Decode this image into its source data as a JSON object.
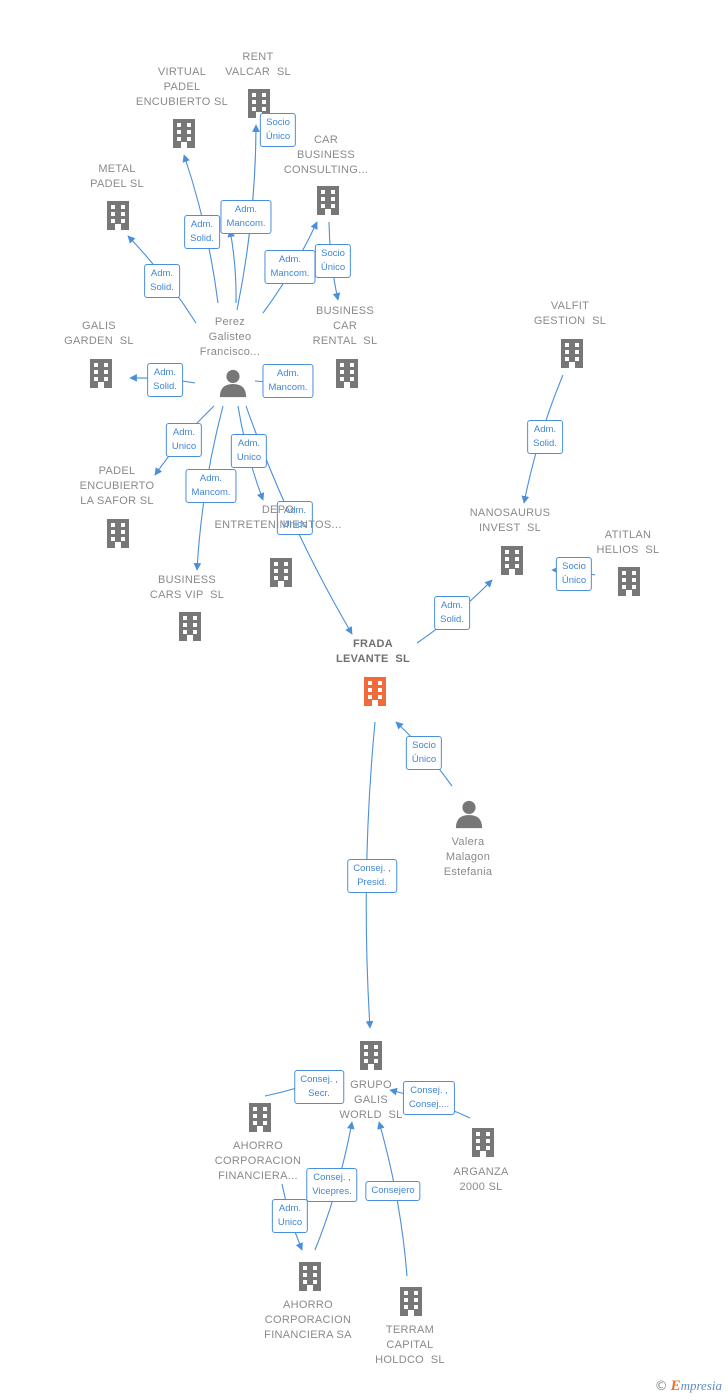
{
  "colors": {
    "edge": "#4a8fdb",
    "company": "#777777",
    "focus_company": "#f06a3a",
    "person": "#777777"
  },
  "nodes": [
    {
      "id": "rent",
      "kind": "company",
      "label": "RENT\nVALCAR  SL"
    },
    {
      "id": "virtual",
      "kind": "company",
      "label": "VIRTUAL\nPADEL\nENCUBIERTO SL"
    },
    {
      "id": "car",
      "kind": "company",
      "label": "CAR\nBUSINESS\nCONSULTING..."
    },
    {
      "id": "metal",
      "kind": "company",
      "label": "METAL\nPADEL SL"
    },
    {
      "id": "bcr",
      "kind": "company",
      "label": "BUSINESS\nCAR\nRENTAL  SL"
    },
    {
      "id": "galis_garden",
      "kind": "company",
      "label": "GALIS\nGARDEN  SL"
    },
    {
      "id": "perez",
      "kind": "person",
      "label": "Perez\nGalisteo\nFrancisco..."
    },
    {
      "id": "valfit",
      "kind": "company",
      "label": "VALFIT\nGESTION  SL"
    },
    {
      "id": "padel_safor",
      "kind": "company",
      "label": "PADEL\nENCUBIERTO\nLA SAFOR SL"
    },
    {
      "id": "deport",
      "kind": "company",
      "label": "DEPO\nENTRETENIMIENTOS..."
    },
    {
      "id": "nanosaurus",
      "kind": "company",
      "label": "NANOSAURUS\nINVEST  SL"
    },
    {
      "id": "atitlan",
      "kind": "company",
      "label": "ATITLAN\nHELIOS  SL"
    },
    {
      "id": "bcv",
      "kind": "company",
      "label": "BUSINESS\nCARS VIP  SL"
    },
    {
      "id": "frada",
      "kind": "focus",
      "label": "FRADA\nLEVANTE  SL"
    },
    {
      "id": "valera",
      "kind": "person",
      "label": "Valera\nMalagon\nEstefania"
    },
    {
      "id": "grupo",
      "kind": "company",
      "label": "GRUPO\nGALIS\nWORLD  SL"
    },
    {
      "id": "ahorro_fin",
      "kind": "company",
      "label": "AHORRO\nCORPORACION\nFINANCIERA..."
    },
    {
      "id": "arganza",
      "kind": "company",
      "label": "ARGANZA\n2000 SL"
    },
    {
      "id": "ahorro_sa",
      "kind": "company",
      "label": "AHORRO\nCORPORACION\nFINANCIERA SA"
    },
    {
      "id": "terram",
      "kind": "company",
      "label": "TERRAM\nCAPITAL\nHOLDCO  SL"
    }
  ],
  "edges": [
    {
      "from": "perez",
      "to": "rent",
      "label": "Socio\nÚnico"
    },
    {
      "from": "perez",
      "to": "virtual",
      "label": "Adm.\nSolid."
    },
    {
      "from": "perez",
      "to": "virtual",
      "label": "Adm.\nMancom."
    },
    {
      "from": "perez",
      "to": "car",
      "label": "Adm.\nMancom."
    },
    {
      "from": "car",
      "to": "bcr",
      "label": "Socio\nÚnico"
    },
    {
      "from": "perez",
      "to": "metal",
      "label": "Adm.\nSolid."
    },
    {
      "from": "perez",
      "to": "galis_garden",
      "label": "Adm.\nSolid."
    },
    {
      "from": "perez",
      "to": "bcr",
      "label": "Adm.\nMancom."
    },
    {
      "from": "perez",
      "to": "padel_safor",
      "label": "Adm.\nUnico"
    },
    {
      "from": "perez",
      "to": "deport",
      "label": "Adm.\nUnico"
    },
    {
      "from": "perez",
      "to": "bcv",
      "label": "Adm.\nMancom."
    },
    {
      "from": "perez",
      "to": "frada",
      "label": "Adm.\nUnico"
    },
    {
      "from": "valfit",
      "to": "nanosaurus",
      "label": "Adm.\nSolid."
    },
    {
      "from": "atitlan",
      "to": "nanosaurus",
      "label": "Socio\nÚnico"
    },
    {
      "from": "frada",
      "to": "nanosaurus",
      "label": "Adm.\nSolid."
    },
    {
      "from": "valera",
      "to": "frada",
      "label": "Socio\nÚnico"
    },
    {
      "from": "frada",
      "to": "grupo",
      "label": "Consej. ,\nPresid."
    },
    {
      "from": "ahorro_fin",
      "to": "grupo",
      "label": "Consej. ,\nSecr."
    },
    {
      "from": "arganza",
      "to": "grupo",
      "label": "Consej. ,\nConsej...."
    },
    {
      "from": "ahorro_sa",
      "to": "grupo",
      "label": "Consej. ,\nVicepres."
    },
    {
      "from": "terram",
      "to": "grupo",
      "label": "Consejero"
    },
    {
      "from": "ahorro_fin",
      "to": "ahorro_sa",
      "label": "Adm.\nUnico"
    }
  ],
  "footer": {
    "copyright": "©",
    "brand_first": "E",
    "brand_rest": "mpresia"
  }
}
